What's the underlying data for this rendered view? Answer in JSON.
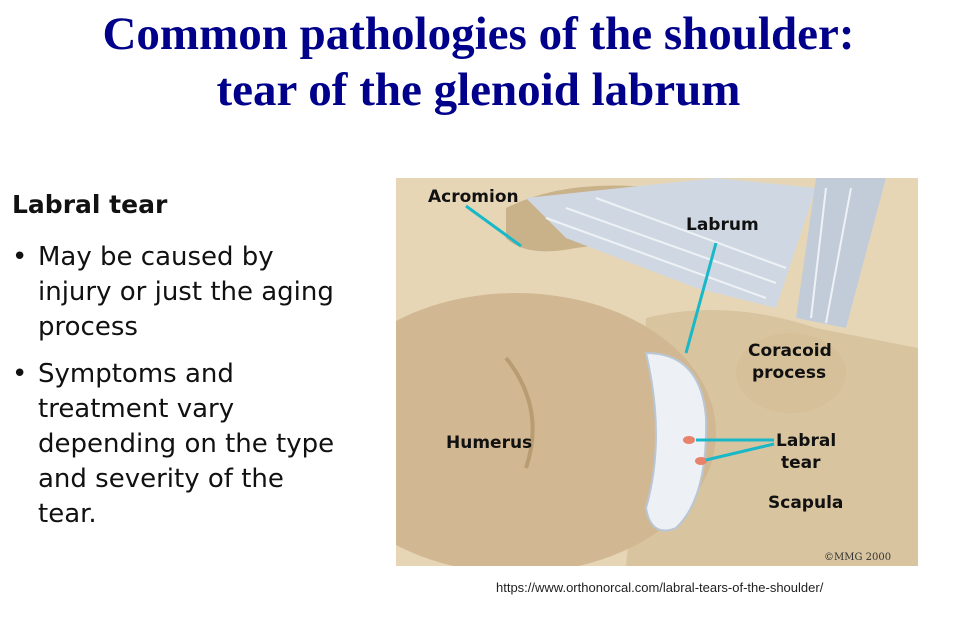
{
  "slide": {
    "title_line1": "Common pathologies of the shoulder:",
    "title_line2": "tear of the glenoid labrum",
    "subhead": "Labral tear",
    "bullets": [
      "May be caused by injury or just the aging process",
      "Symptoms and treatment vary depending on the type and severity of the tear."
    ],
    "source_url": "https://www.orthonorcal.com/labral-tears-of-the-shoulder/"
  },
  "figure": {
    "labels": {
      "acromion": "Acromion",
      "labrum": "Labrum",
      "coracoid_1": "Coracoid",
      "coracoid_2": "process",
      "humerus": "Humerus",
      "labral_tear_1": "Labral",
      "labral_tear_2": "tear",
      "scapula": "Scapula",
      "copyright": "©MMG 2000"
    }
  },
  "colors": {
    "title": "#00008b",
    "bone": "#d9c29c",
    "ligament": "#c9d3de",
    "leader_line": "#19b8c8",
    "tear": "#e8826a"
  }
}
